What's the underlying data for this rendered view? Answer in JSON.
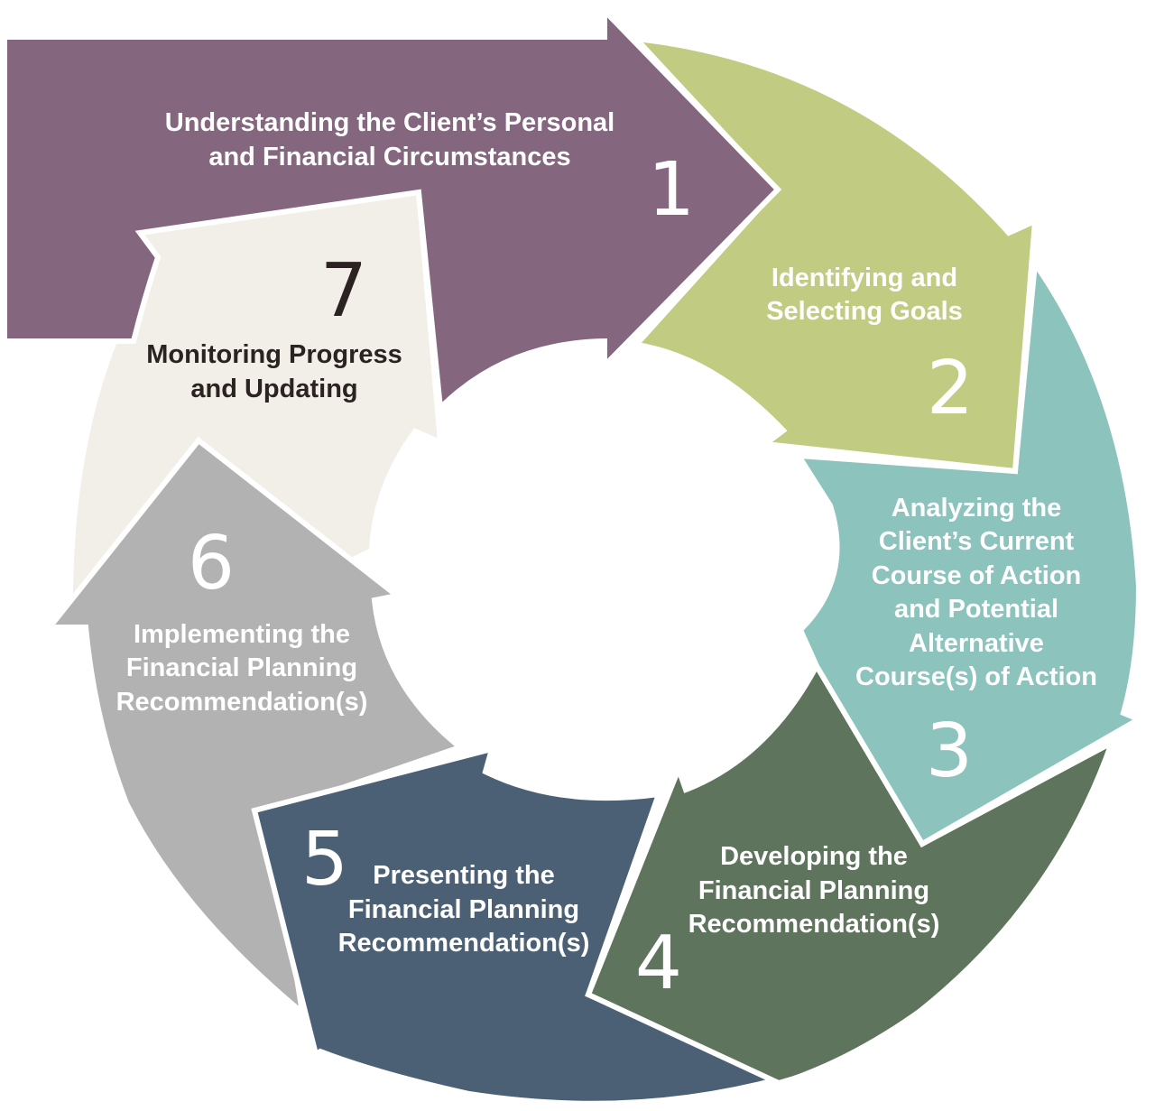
{
  "diagram": {
    "type": "cycle",
    "center": "",
    "steps": [
      {
        "number": "1",
        "title_lines": [
          "Understanding the Client’s Personal",
          "and Financial Circumstances"
        ],
        "color": "#85667f",
        "text_color": "#ffffff"
      },
      {
        "number": "2",
        "title_lines": [
          "Identifying and",
          "Selecting Goals"
        ],
        "color": "#c1cc82",
        "text_color": "#ffffff"
      },
      {
        "number": "3",
        "title_lines": [
          "Analyzing the",
          "Client’s Current",
          "Course of Action",
          "and Potential",
          "Alternative",
          "Course(s) of Action"
        ],
        "color": "#8cc3bd",
        "text_color": "#ffffff"
      },
      {
        "number": "4",
        "title_lines": [
          "Developing the",
          "Financial Planning",
          "Recommendation(s)"
        ],
        "color": "#5e745c",
        "text_color": "#ffffff"
      },
      {
        "number": "5",
        "title_lines": [
          "Presenting the",
          "Financial Planning",
          "Recommendation(s)"
        ],
        "color": "#4b6075",
        "text_color": "#ffffff"
      },
      {
        "number": "6",
        "title_lines": [
          "Implementing the",
          "Financial Planning",
          "Recommendation(s)"
        ],
        "color": "#b2b2b2",
        "text_color": "#ffffff"
      },
      {
        "number": "7",
        "title_lines": [
          "Monitoring Progress",
          "and Updating"
        ],
        "color": "#f2eee8",
        "text_color": "#2b2222"
      }
    ]
  }
}
